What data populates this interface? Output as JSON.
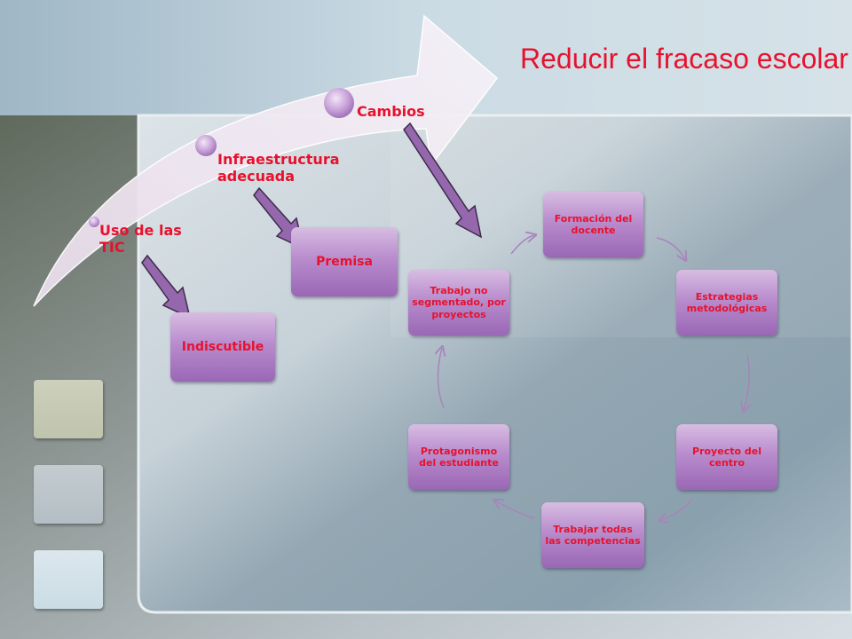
{
  "title": "Reducir el fracaso escolar",
  "stages": {
    "uso_tic": "Uso de las TIC",
    "infraestructura": "Infraestructura adecuada",
    "cambios": "Cambios"
  },
  "boxes": {
    "indiscutible": "Indiscutible",
    "premisa": "Premisa"
  },
  "cycle": {
    "formacion": "Formación del docente",
    "estrategias": "Estrategias metodológicas",
    "proyecto": "Proyecto del centro",
    "competencias": "Trabajar todas las competencias",
    "protagonismo": "Protagonismo del estudiante",
    "trabajo": "Trabajo no segmentado, por proyectos"
  },
  "colors": {
    "text_red": "#e8112d",
    "box_purple": "#b98ccd",
    "arrow_purple": "#8a5aa4"
  }
}
